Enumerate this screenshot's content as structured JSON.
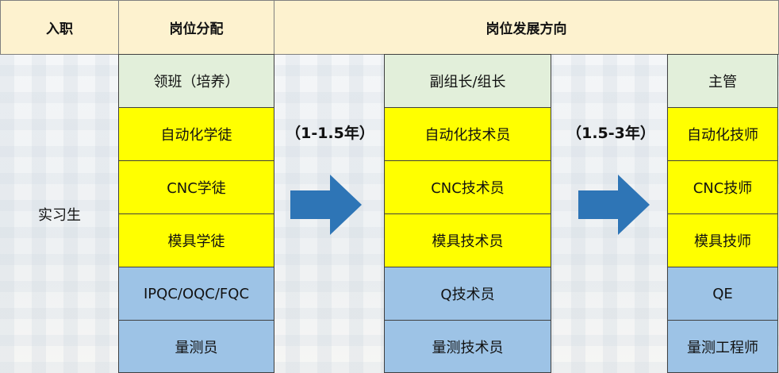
{
  "header": {
    "entry": "入职",
    "allocation": "岗位分配",
    "direction": "岗位发展方向"
  },
  "entry_role": "实习生",
  "stage1": [
    "领班（培养）",
    "自动化学徒",
    "CNC学徒",
    "模具学徒",
    "IPQC/OQC/FQC",
    "量测员"
  ],
  "stage2": [
    "副组长/组长",
    "自动化技术员",
    "CNC技术员",
    "模具技术员",
    "Q技术员",
    "量测技术员"
  ],
  "stage3": [
    "主管",
    "自动化技师",
    "CNC技师",
    "模具技师",
    "QE",
    "量测工程师"
  ],
  "periods": [
    "（1-1.5年）",
    "（1.5-3年）"
  ],
  "colors": {
    "header_bg": "#fdf2cf",
    "leader_row": "#e2efda",
    "tech_rows": "#ffff00",
    "quality_rows": "#9dc3e6",
    "arrow": "#2e75b6"
  },
  "icons": [
    "arrow-right-icon",
    "arrow-right-icon"
  ]
}
